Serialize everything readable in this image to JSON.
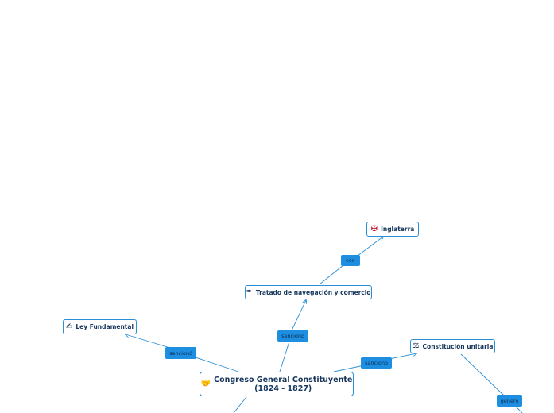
{
  "central": {
    "line1": "Congreso General Constituyente",
    "line2": "(1824 - 1827)",
    "icon": "handshake-icon"
  },
  "nodes": {
    "ley": {
      "label": "Ley Fundamental",
      "icon": "writing-hand-icon"
    },
    "tratado": {
      "label": "Tratado de navegación y comercio",
      "icon": "pen-signing-icon"
    },
    "inglaterra": {
      "label": "Inglaterra",
      "icon": "uk-flag-icon"
    },
    "constitucion": {
      "label": "Constitución unitaria",
      "icon": "scales-icon"
    }
  },
  "links": {
    "sanciono_ley": "sancionó",
    "sanciono_tratado": "sancionó",
    "sanciono_constitucion": "sancionó",
    "con": "con",
    "genero": "generó"
  },
  "colors": {
    "line": "#2a8fd6",
    "label_bg": "#1e8fe0",
    "text": "#16365c"
  }
}
